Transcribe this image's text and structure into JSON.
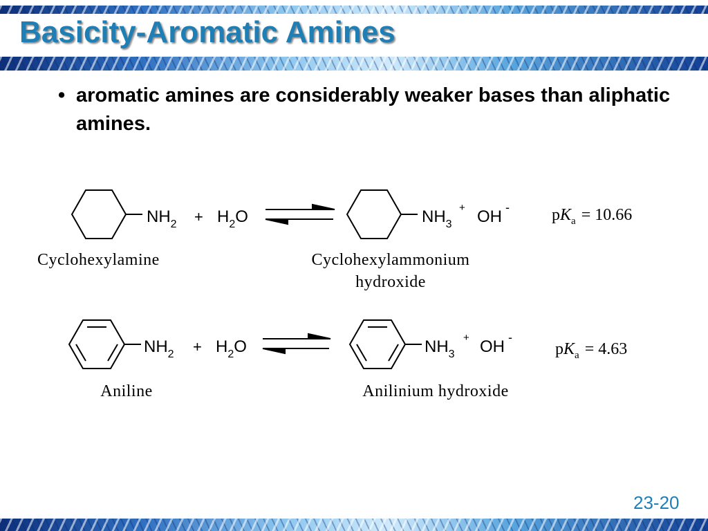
{
  "title": "Basicity-Aromatic Amines",
  "bullets": [
    {
      "marker": "•",
      "text": "aromatic amines are considerably weaker bases than aliphatic amines."
    }
  ],
  "reactions": [
    {
      "reactant": {
        "group": "NH",
        "sub": "2",
        "label": "Cyclohexylamine"
      },
      "plus": "+",
      "water": {
        "h": "H",
        "sub": "2",
        "o": "O"
      },
      "product": {
        "group": "NH",
        "sub": "3",
        "charge": "+",
        "counterion": "OH",
        "counter_charge": "-",
        "label_line1": "Cyclohexylammonium",
        "label_line2": "hydroxide"
      },
      "pka": {
        "p": "p",
        "k": "K",
        "a": "a",
        "value": "= 10.66"
      }
    },
    {
      "reactant": {
        "group": "NH",
        "sub": "2",
        "label": "Aniline"
      },
      "plus": "+",
      "water": {
        "h": "H",
        "sub": "2",
        "o": "O"
      },
      "product": {
        "group": "NH",
        "sub": "3",
        "charge": "+",
        "counterion": "OH",
        "counter_charge": "-",
        "label_line1": "Anilinium hydroxide"
      },
      "pka": {
        "p": "p",
        "k": "K",
        "a": "a",
        "value": "= 4.63"
      }
    }
  ],
  "slide_number": "23-20",
  "colors": {
    "title": "#1f7fb4",
    "text": "#000000",
    "band_dark": "#0d2f7a",
    "band_light": "#cfeafb"
  }
}
